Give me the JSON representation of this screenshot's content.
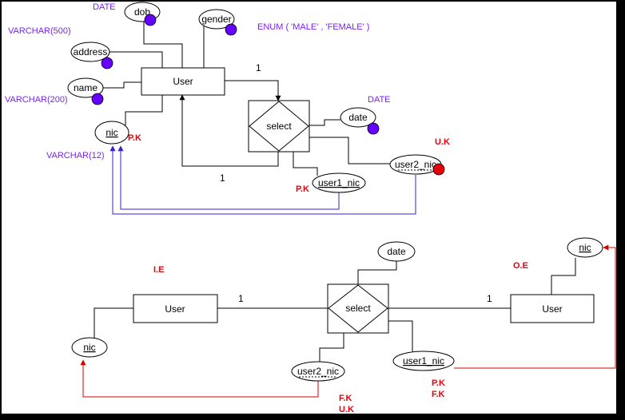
{
  "top": {
    "entity": "User",
    "relationship": "select",
    "attributes": {
      "dob": "dob",
      "gender": "gender",
      "address": "address",
      "name": "name",
      "nic": "nic",
      "date": "date",
      "user1_nic": "user1_nic",
      "user2_nic": "user2_nic"
    },
    "types": {
      "date_dob": "DATE",
      "varchar500": "VARCHAR(500)",
      "enum_gender": "ENUM ( 'MALE' , 'FEMALE' )",
      "varchar200": "VARCHAR(200)",
      "varchar12": "VARCHAR(12)",
      "date_rel": "DATE"
    },
    "keys": {
      "pk_nic": "P.K",
      "uk": "U.K",
      "pk_user1": "P.K"
    },
    "cardinality": {
      "one_a": "1",
      "one_b": "1"
    }
  },
  "bottom": {
    "entity_left": "User",
    "entity_right": "User",
    "relationship": "select",
    "attributes": {
      "date": "date",
      "nic_left": "nic",
      "nic_right": "nic",
      "user2_nic": "user2_nic",
      "user1_nic": "user1_nic"
    },
    "labels": {
      "ie": "I.E",
      "oe": "O.E",
      "fk_left": "F.K",
      "uk_left": "U.K",
      "pk_right": "P.K",
      "fk_right": "F.K"
    },
    "cardinality": {
      "one_left": "1",
      "one_right": "1"
    }
  },
  "colors": {
    "purple_dot": "#6600ff",
    "red_dot": "#e8000b",
    "type_text": "#7a1fff",
    "key_text": "#e8000b",
    "fk_line_blue": "#3a1fd6",
    "fk_line_red": "#d40000"
  }
}
